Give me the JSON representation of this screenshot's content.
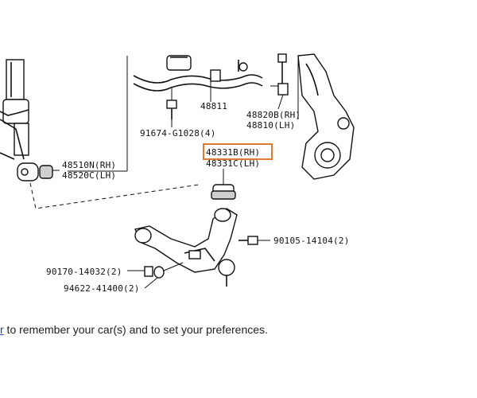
{
  "diagram": {
    "labels": {
      "bar_48811": "48811",
      "bolt_91674": "91674-G1028(4)",
      "link_48820b": "48820B(RH)",
      "link_48810": "48810(LH)",
      "bushing_48510n": "48510N(RH)",
      "bushing_48520c": "48520C(LH)",
      "joint_48331b": "48331B(RH)",
      "joint_48331c": "48331C(LH)",
      "bolt_90105": "90105-14104(2)",
      "nut_90170": "90170-14032(2)",
      "washer_94622": "94622-41400(2)"
    },
    "highlight_color": "#e07a2e"
  },
  "caption": {
    "link_text": "r",
    "text": " to remember your car(s) and to set your preferences."
  }
}
